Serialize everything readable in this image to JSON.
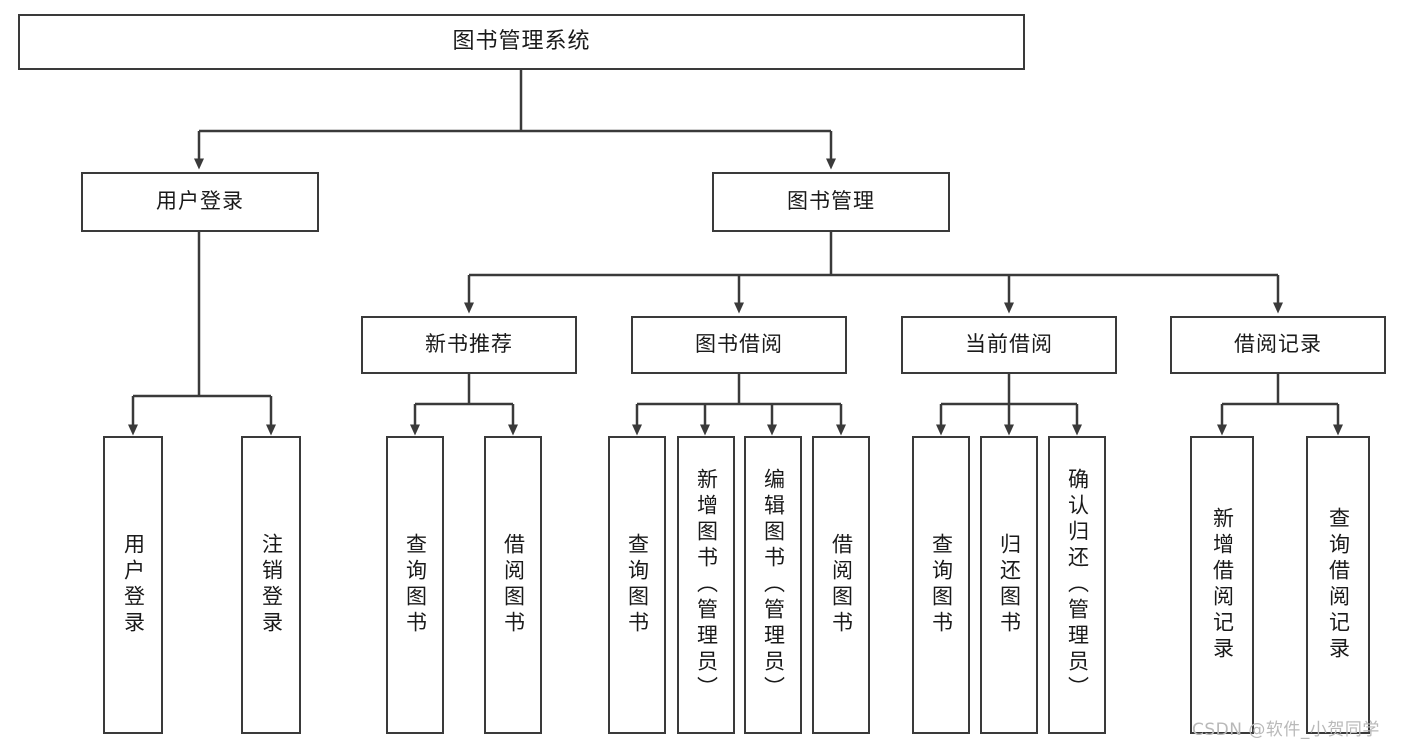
{
  "diagram": {
    "title": "图书管理系统",
    "type": "hierarchy-tree",
    "background_color": "#ffffff",
    "box_border_color": "#3a3a3a",
    "text_color": "#1a1a1a",
    "connector_color": "#3a3a3a"
  },
  "root": {
    "label": "图书管理系统"
  },
  "level2": [
    {
      "label": "用户登录"
    },
    {
      "label": "图书管理"
    }
  ],
  "level3": [
    {
      "label": "新书推荐"
    },
    {
      "label": "图书借阅"
    },
    {
      "label": "当前借阅"
    },
    {
      "label": "借阅记录"
    }
  ],
  "leaves": {
    "user_login": [
      {
        "label": "用户登录"
      },
      {
        "label": "注销登录"
      }
    ],
    "new_book_recommend": [
      {
        "label": "查询图书"
      },
      {
        "label": "借阅图书"
      }
    ],
    "book_borrow": [
      {
        "label": "查询图书"
      },
      {
        "label": "新增图书（管理员）"
      },
      {
        "label": "编辑图书（管理员）"
      },
      {
        "label": "借阅图书"
      }
    ],
    "current_borrow": [
      {
        "label": "查询图书"
      },
      {
        "label": "归还图书"
      },
      {
        "label": "确认归还（管理员）"
      }
    ],
    "borrow_record": [
      {
        "label": "新增借阅记录"
      },
      {
        "label": "查询借阅记录"
      }
    ]
  },
  "watermark": {
    "text": "CSDN @软件_小贺同学"
  }
}
